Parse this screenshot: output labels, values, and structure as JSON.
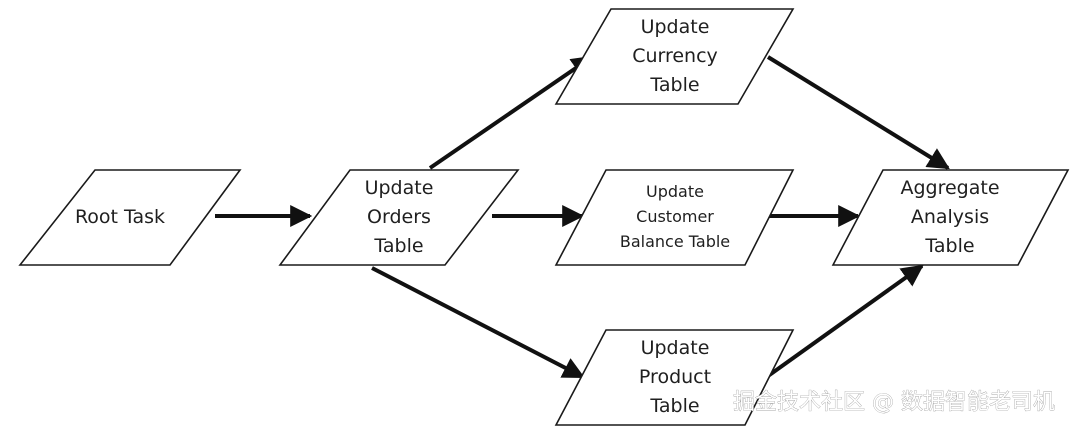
{
  "diagram": {
    "nodes": [
      {
        "id": "root",
        "lines": [
          "Root Task"
        ]
      },
      {
        "id": "orders",
        "lines": [
          "Update",
          "Orders",
          "Table"
        ]
      },
      {
        "id": "currency",
        "lines": [
          "Update",
          "Currency",
          "Table"
        ]
      },
      {
        "id": "customer",
        "lines": [
          "Update",
          "Customer",
          "Balance Table"
        ]
      },
      {
        "id": "product",
        "lines": [
          "Update",
          "Product",
          "Table"
        ]
      },
      {
        "id": "aggregate",
        "lines": [
          "Aggregate",
          "Analysis",
          "Table"
        ]
      }
    ],
    "edges": [
      {
        "from": "root",
        "to": "orders"
      },
      {
        "from": "orders",
        "to": "currency"
      },
      {
        "from": "orders",
        "to": "customer"
      },
      {
        "from": "orders",
        "to": "product"
      },
      {
        "from": "currency",
        "to": "aggregate"
      },
      {
        "from": "customer",
        "to": "aggregate"
      },
      {
        "from": "product",
        "to": "aggregate"
      }
    ]
  },
  "watermark": {
    "text": "掘金技术社区 @ 数据智能老司机"
  }
}
